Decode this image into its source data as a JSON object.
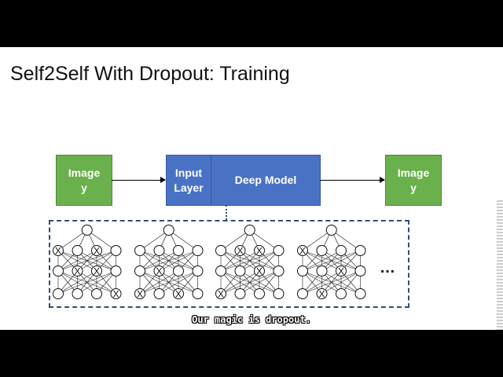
{
  "slide": {
    "title": "Self2Self With Dropout: Training"
  },
  "diagram": {
    "input_image": {
      "line1": "Image",
      "line2": "y"
    },
    "input_layer": {
      "line1": "Input",
      "line2": "Layer"
    },
    "deep_model": "Deep Model",
    "output_image": {
      "line1": "Image",
      "line2": "y"
    },
    "ellipsis": "…",
    "networks": [
      {
        "dropped": [
          "l0n0",
          "l0n2",
          "l1n1",
          "l1n2",
          "l2n3"
        ]
      },
      {
        "dropped": [
          "l1n1",
          "l2n2",
          "l2n0"
        ]
      },
      {
        "dropped": [
          "l0n1",
          "l0n2",
          "l1n2",
          "l2n0"
        ]
      },
      {
        "dropped": [
          "l0n0",
          "l1n2",
          "l2n1"
        ]
      }
    ],
    "colors": {
      "green": "#6ab04c",
      "blue": "#4a72c4",
      "dashed": "#2f4d7a"
    }
  },
  "subtitle": "Our magic is dropout."
}
